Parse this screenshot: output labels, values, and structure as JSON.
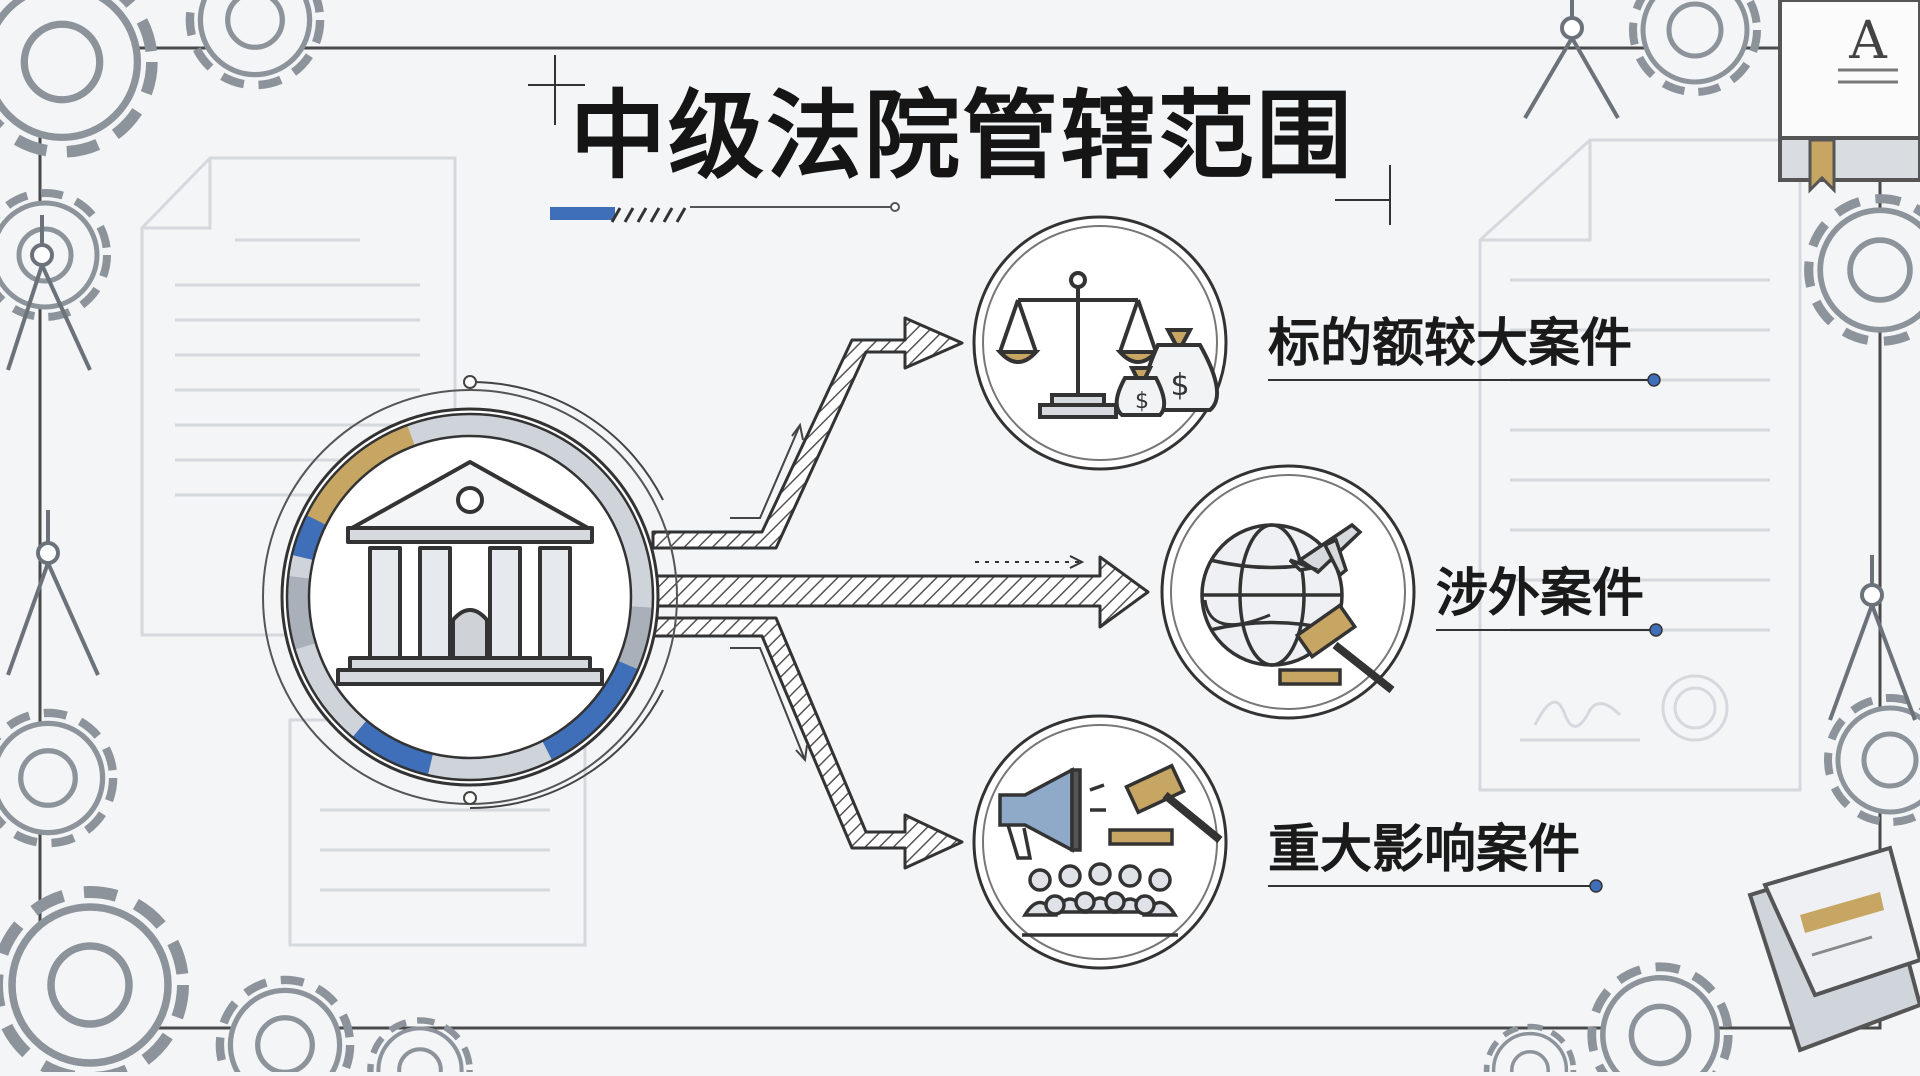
{
  "title": "中级法院管辖范围",
  "center": {
    "icon": "courthouse-icon"
  },
  "branches": [
    {
      "label": "标的额较大案件",
      "icon": "scales-money-icon"
    },
    {
      "label": "涉外案件",
      "icon": "globe-plane-gavel-icon"
    },
    {
      "label": "重大影响案件",
      "icon": "megaphone-gavel-crowd-icon"
    }
  ],
  "decor": {
    "book_letter": "A"
  },
  "colors": {
    "accent_blue": "#3e6fb8",
    "accent_gold": "#c7a663",
    "accent_gray": "#a9b0b9",
    "line": "#3a3a3a",
    "background": "#f3f5f7"
  }
}
